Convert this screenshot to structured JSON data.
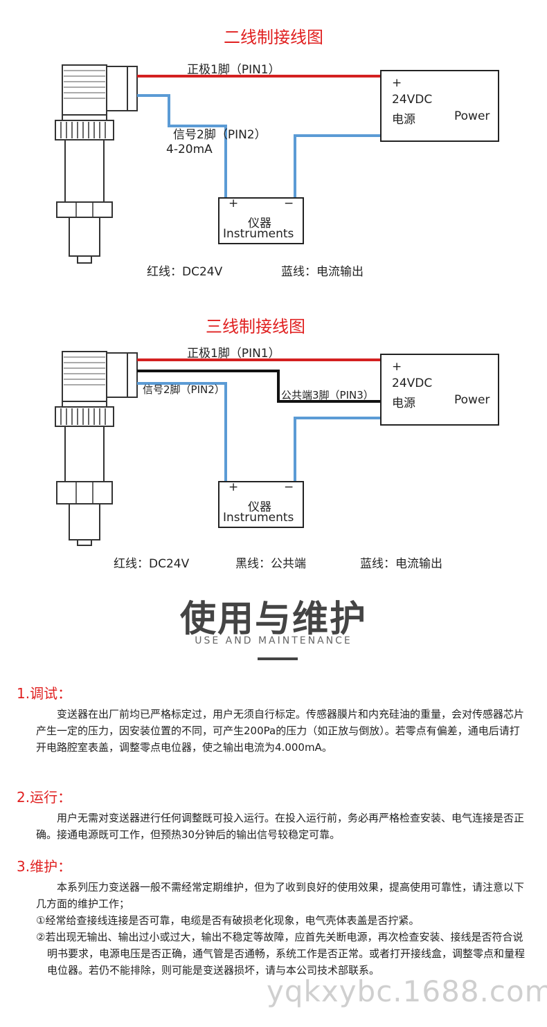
{
  "diagram1": {
    "title": "二线制接线图",
    "pin1_label": "正极1脚（PIN1）",
    "pin2_label": "信号2脚（PIN2）",
    "current_label": "4-20mA",
    "power": {
      "plus": "+",
      "voltage": "24VDC",
      "name_cn": "电源",
      "name_en": "Power"
    },
    "instrument": {
      "plus": "+",
      "minus": "−",
      "name_cn": "仪器",
      "name_en": "Instruments"
    },
    "legend_red": "红线：DC24V",
    "legend_blue": "蓝线：电流输出"
  },
  "diagram2": {
    "title": "三线制接线图",
    "pin1_label": "正极1脚（PIN1）",
    "pin2_label": "信号2脚（PIN2）",
    "pin3_label": "公共端3脚（PIN3）",
    "power": {
      "plus": "+",
      "voltage": "24VDC",
      "name_cn": "电源",
      "name_en": "Power"
    },
    "instrument": {
      "plus": "+",
      "minus": "−",
      "name_cn": "仪器",
      "name_en": "Instruments"
    },
    "legend_red": "红线：DC24V",
    "legend_black": "黑线：公共端",
    "legend_blue": "蓝线：电流输出"
  },
  "section": {
    "title": "使用与维护",
    "subtitle": "USE AND MAINTENANCE"
  },
  "items": [
    {
      "heading": "1.调试：",
      "paragraphs": [
        "变送器在出厂前均已严格标定过，用户无须自行标定。传感器膜片和内充硅油的重量，会对传感器芯片产生一定的压力，因安装位置的不同，可产生200Pa的压力（如正放与倒放）。若零点有偏差，通电后请打开电路腔室表盖，调整零点电位器，使之输出电流为4.000mA。"
      ]
    },
    {
      "heading": "2.运行：",
      "paragraphs": [
        "用户无需对变送器进行任何调整既可投入运行。在投入运行前，务必再严格检查安装、电气连接是否正确。接通电源既可工作，但预热30分钟后的输出信号较稳定可靠。"
      ]
    },
    {
      "heading": "3.维护：",
      "paragraphs": [
        "本系列压力变送器一般不需经常定期维护，但为了收到良好的使用效果，提高使用可靠性，请注意以下几方面的维护工作；"
      ],
      "list": [
        "①经常给查接线连接是否可靠，电缆是否有破损老化现象，电气壳体表盖是否拧紧。",
        "②若出现无输出、输出过小或过大，输出不稳定等故障，应首先关断电源，再次检查安装、接线是否符合说明书要求，电源电压是否正确，通气管是否通畅，系统工作是否正常。或者打开接线盒，调整零点和量程电位器。若仍不能排除，则可能是变送器损坏，请与本公司技术部联系。"
      ]
    }
  ],
  "watermark": "yqkxybc.1688.com",
  "colors": {
    "red_wire": "#d42020",
    "blue_wire": "#5b9bd5",
    "black_wire": "#111111",
    "heading_red": "#e02020"
  }
}
